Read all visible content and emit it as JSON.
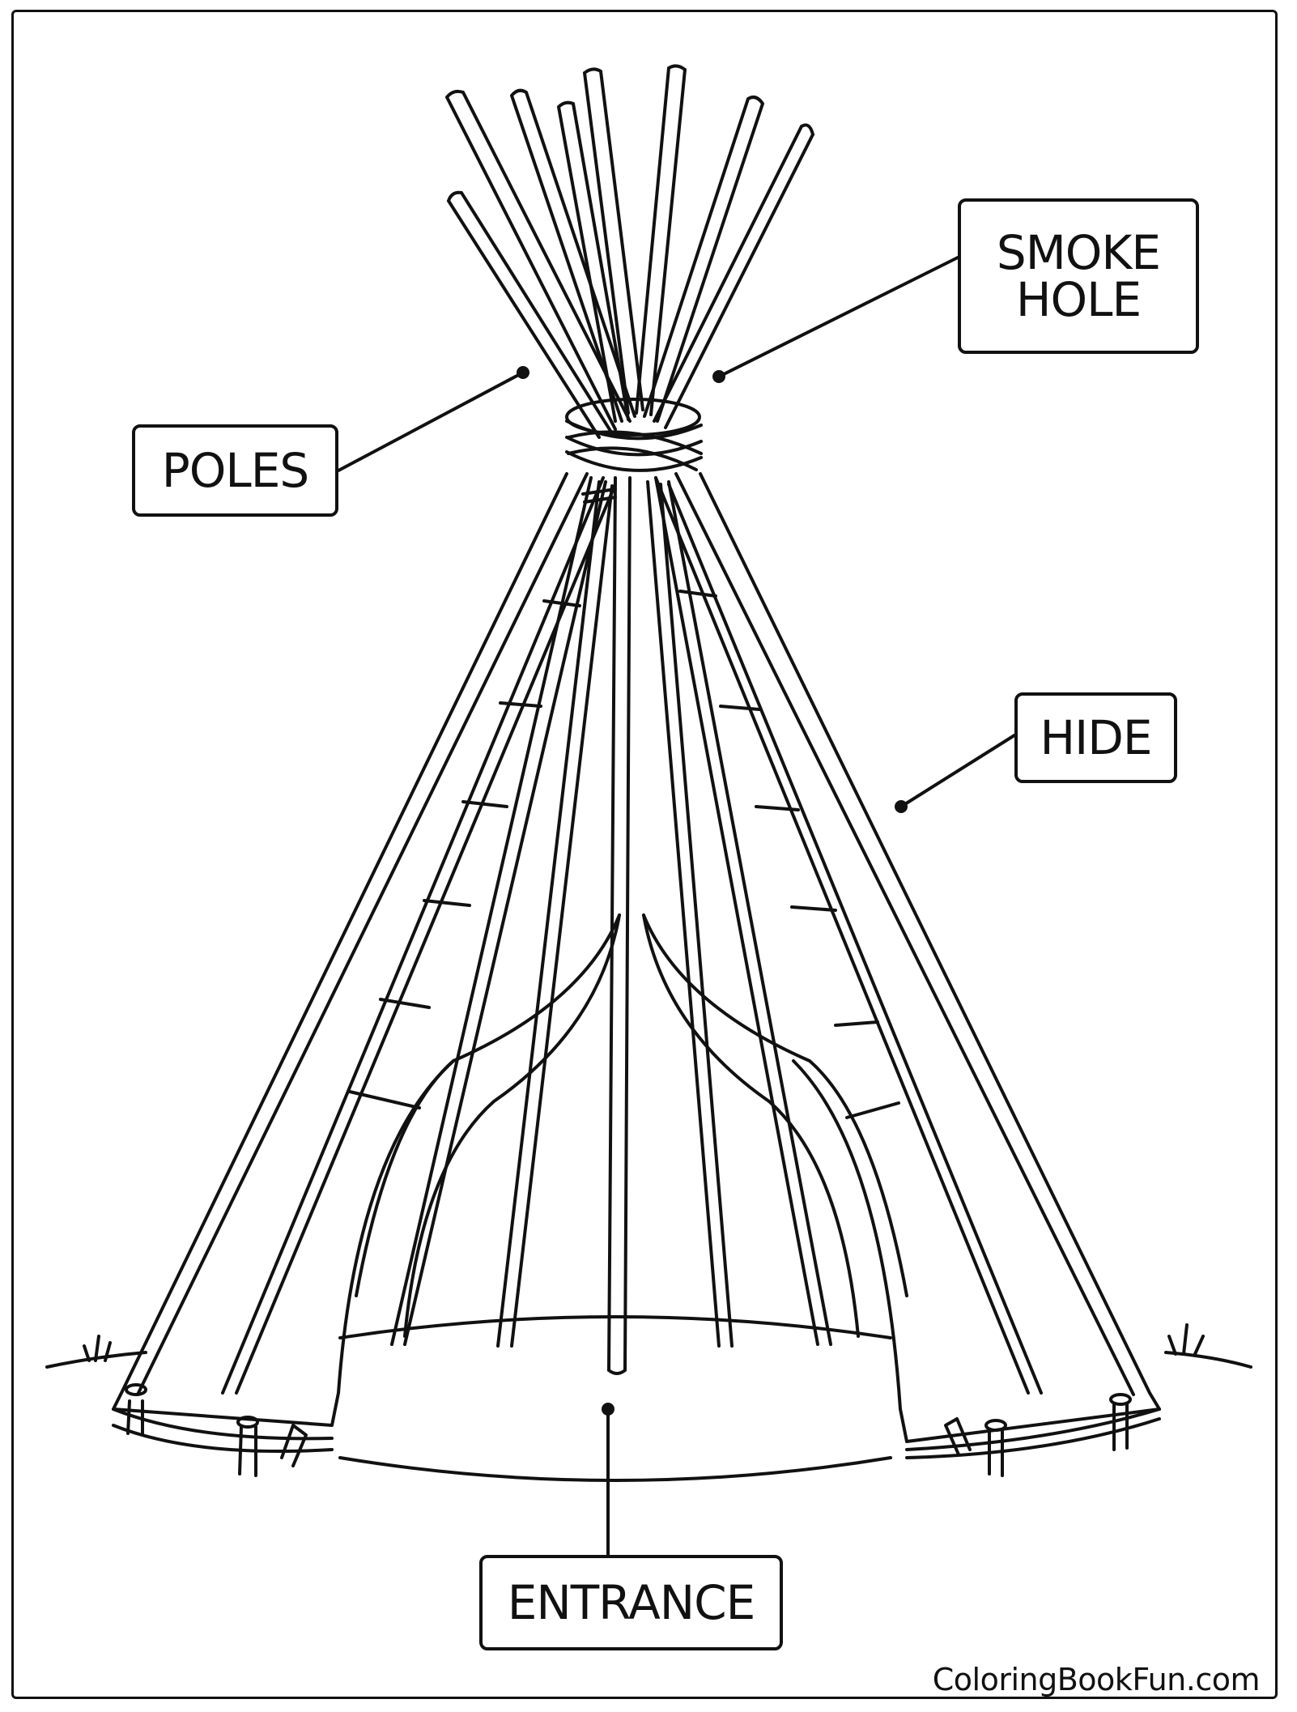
{
  "labels": {
    "poles": "POLES",
    "smoke_hole": "SMOKE\nHOLE",
    "hide": "HIDE",
    "entrance": "ENTRANCE"
  },
  "credit": "ColoringBookFun.com",
  "colors": {
    "line": "#111111",
    "background": "#ffffff"
  }
}
